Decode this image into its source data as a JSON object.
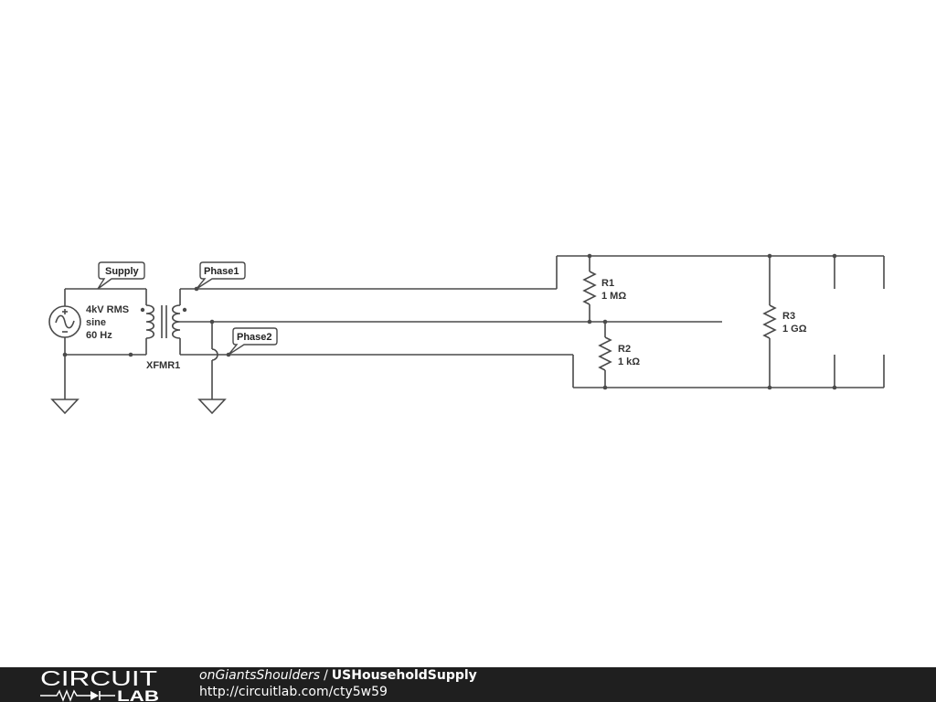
{
  "schematic": {
    "source": {
      "amplitude": "4kV RMS",
      "waveform": "sine",
      "frequency": "60 Hz"
    },
    "transformer": {
      "label": "XFMR1"
    },
    "net_labels": {
      "supply": "Supply",
      "phase1": "Phase1",
      "phase2": "Phase2"
    },
    "resistors": [
      {
        "name": "R1",
        "value": "1 MΩ"
      },
      {
        "name": "R2",
        "value": "1 kΩ"
      },
      {
        "name": "R3",
        "value": "1 GΩ"
      }
    ]
  },
  "footer": {
    "logo_top": "CIRCUIT",
    "logo_bottom": "LAB",
    "user": "onGiantsShoulders",
    "separator": "/",
    "project": "USHouseholdSupply",
    "url": "http://circuitlab.com/cty5w59"
  },
  "colors": {
    "wire": "#4a4a4a",
    "footer_bg": "#1f1f1f",
    "footer_text": "#ffffff"
  }
}
